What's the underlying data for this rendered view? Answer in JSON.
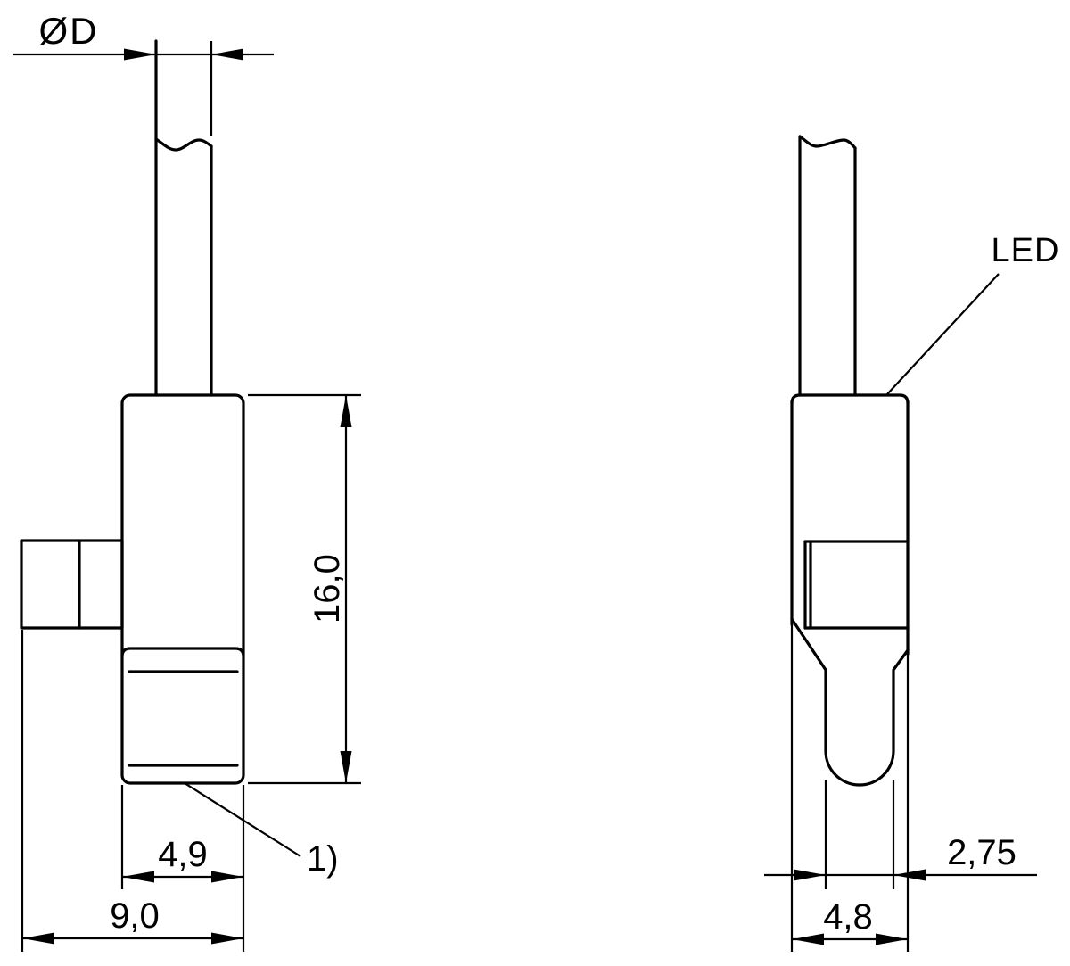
{
  "colors": {
    "line": "#000000",
    "background": "#ffffff"
  },
  "front_view": {
    "dimensions": {
      "fiber_diameter": "ØD",
      "housing_length": "16,0",
      "housing_width": "4,9",
      "total_width": "9,0"
    },
    "footnote_marker": "1)"
  },
  "side_view": {
    "led_label": "LED",
    "dimensions": {
      "tip_width": "2,75",
      "housing_width": "4,8"
    }
  }
}
